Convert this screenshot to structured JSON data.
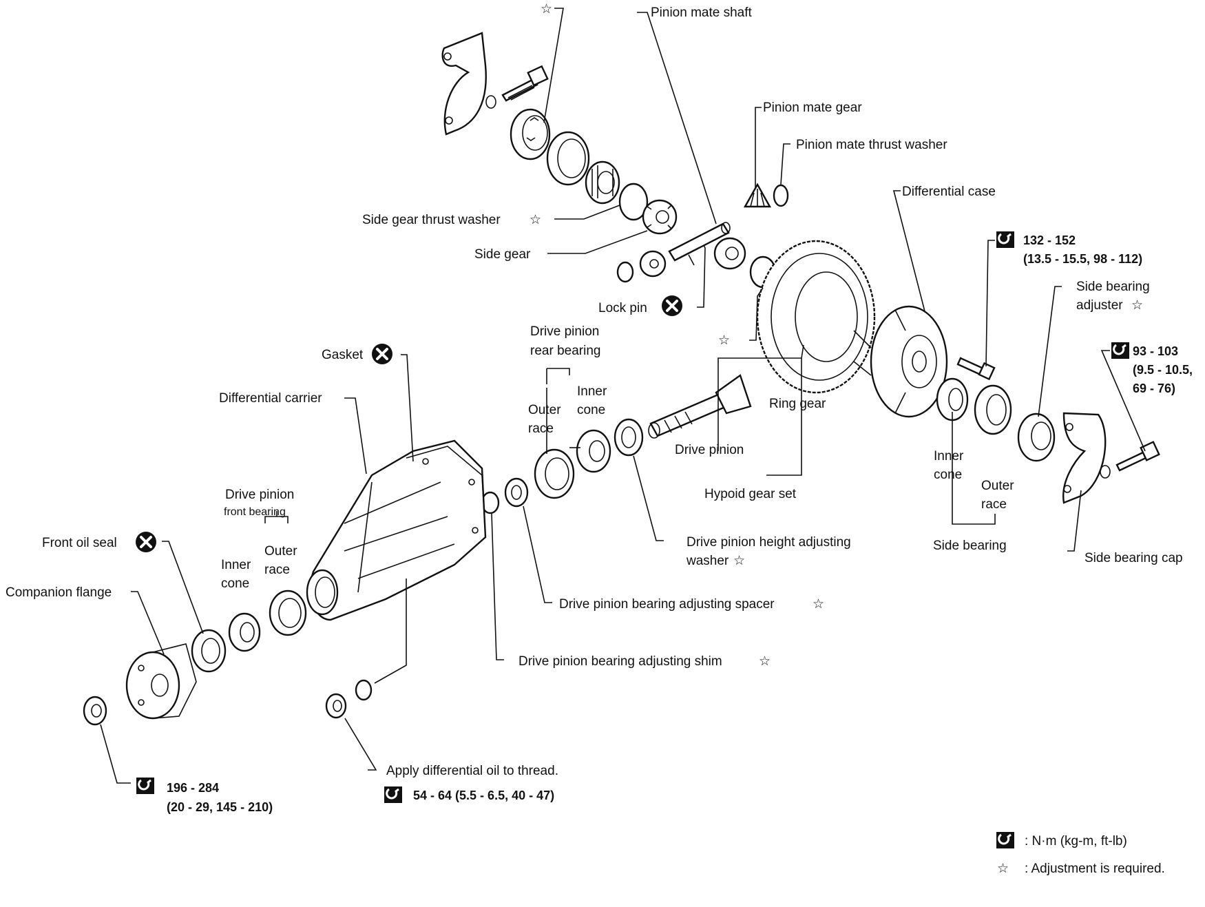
{
  "labels": {
    "pinion_mate_shaft": "Pinion mate shaft",
    "pinion_mate_gear": "Pinion mate gear",
    "pinion_mate_thrust_washer": "Pinion mate thrust washer",
    "differential_case": "Differential case",
    "side_gear_thrust_washer": "Side gear thrust washer",
    "side_gear": "Side gear",
    "lock_pin": "Lock pin",
    "side_bearing_adjuster_1": "Side bearing",
    "side_bearing_adjuster_2": "adjuster",
    "drive_pinion_rear_bearing_1": "Drive pinion",
    "drive_pinion_rear_bearing_2": "rear bearing",
    "rear_outer_race_1": "Outer",
    "rear_outer_race_2": "race",
    "rear_inner_cone_1": "Inner",
    "rear_inner_cone_2": "cone",
    "gasket": "Gasket",
    "differential_carrier": "Differential carrier",
    "ring_gear": "Ring gear",
    "drive_pinion": "Drive pinion",
    "hypoid_gear_set": "Hypoid gear set",
    "side_inner_cone_1": "Inner",
    "side_inner_cone_2": "cone",
    "side_outer_race_1": "Outer",
    "side_outer_race_2": "race",
    "side_bearing": "Side bearing",
    "side_bearing_cap": "Side bearing cap",
    "drive_pinion_front_bearing_1": "Drive pinion",
    "drive_pinion_front_bearing_2": "front bearing",
    "front_inner_cone_1": "Inner",
    "front_inner_cone_2": "cone",
    "front_outer_race_1": "Outer",
    "front_outer_race_2": "race",
    "front_oil_seal": "Front oil seal",
    "companion_flange": "Companion flange",
    "height_adjusting_washer_1": "Drive pinion height adjusting",
    "height_adjusting_washer_2": "washer",
    "bearing_adjusting_spacer": "Drive pinion bearing adjusting spacer",
    "bearing_adjusting_shim": "Drive pinion bearing adjusting shim",
    "apply_oil": "Apply differential oil to thread."
  },
  "star_symbol": "☆",
  "torques": {
    "flange_nut_1": "196 - 284",
    "flange_nut_2": "(20 - 29, 145 - 210)",
    "carrier_nut": "54 - 64 (5.5 - 6.5, 40 - 47)",
    "ring_gear_bolt_1": "132 - 152",
    "ring_gear_bolt_2": "(13.5 - 15.5, 98 - 112)",
    "cap_bolt_1": "93 - 103",
    "cap_bolt_2": "(9.5 - 10.5,",
    "cap_bolt_3": "69 - 76)"
  },
  "legend": {
    "torque_units": ": N·m (kg-m, ft-lb)",
    "adjustment": ": Adjustment is required."
  },
  "icons": {
    "torque": "torque-wrench-icon",
    "replace": "do-not-reuse-icon",
    "star": "star-outline-icon"
  }
}
